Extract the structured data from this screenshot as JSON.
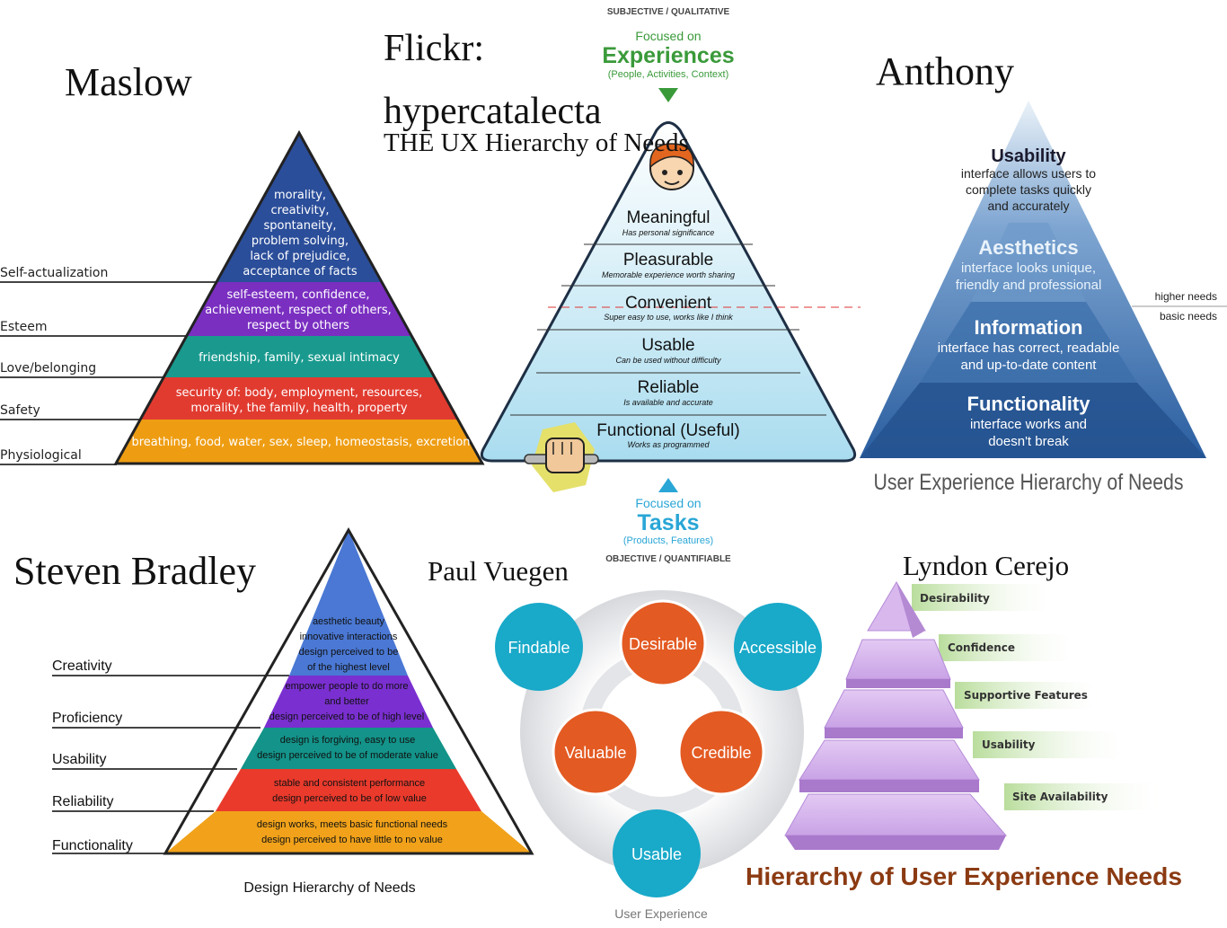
{
  "maslow": {
    "author": "Maslow",
    "labels": [
      "Self-actualization",
      "Esteem",
      "Love/belonging",
      "Safety",
      "Physiological"
    ],
    "levels": [
      [
        "morality,",
        "creativity,",
        "spontaneity,",
        "problem solving,",
        "lack of prejudice,",
        "acceptance of facts"
      ],
      [
        "self-esteem, confidence,",
        "achievement, respect of others,",
        "respect by others"
      ],
      [
        "friendship, family, sexual intimacy"
      ],
      [
        "security of: body, employment, resources,",
        "morality, the family, health, property"
      ],
      [
        "breathing, food, water, sex, sleep, homeostasis, excretion"
      ]
    ],
    "colors": [
      "#2b4e9a",
      "#7a2fc1",
      "#1a9a8e",
      "#e13b30",
      "#ee9d13"
    ]
  },
  "ux": {
    "credit_line1": "Flickr:",
    "credit_line2": "hypercatalecta",
    "title": "THE UX Hierarchy of Needs",
    "top_axis": "SUBJECTIVE / QUALITATIVE",
    "top_focus_pre": "Focused on",
    "top_focus_main": "Experiences",
    "top_focus_sub": "(People, Activities, Context)",
    "bottom_focus_pre": "Focused on",
    "bottom_focus_main": "Tasks",
    "bottom_focus_sub": "(Products, Features)",
    "bottom_axis": "OBJECTIVE / QUANTIFIABLE",
    "levels": [
      {
        "name": "Meaningful",
        "desc": "Has personal significance"
      },
      {
        "name": "Pleasurable",
        "desc": "Memorable experience worth sharing"
      },
      {
        "name": "Convenient",
        "desc": "Super easy to use, works like I think"
      },
      {
        "name": "Usable",
        "desc": "Can be used without difficulty"
      },
      {
        "name": "Reliable",
        "desc": "Is available and accurate"
      },
      {
        "name": "Functional (Useful)",
        "desc": "Works as programmed"
      }
    ]
  },
  "anthony": {
    "author": "Anthony",
    "levels": [
      {
        "name": "Usability",
        "desc": [
          "interface allows users to",
          "complete tasks quickly",
          "and accurately"
        ]
      },
      {
        "name": "Aesthetics",
        "desc": [
          "interface looks unique,",
          "friendly and professional"
        ]
      },
      {
        "name": "Information",
        "desc": [
          "interface has correct, readable",
          "and up-to-date content"
        ]
      },
      {
        "name": "Functionality",
        "desc": [
          "interface works and",
          "doesn't break"
        ]
      }
    ],
    "higher": "higher needs",
    "basic": "basic needs",
    "caption": "User Experience Hierarchy of Needs"
  },
  "bradley": {
    "author": "Steven Bradley",
    "labels": [
      "Creativity",
      "Proficiency",
      "Usability",
      "Reliability",
      "Functionality"
    ],
    "levels": [
      [
        "aesthetic beauty",
        "innovative interactions",
        "design perceived to be",
        "of the highest level"
      ],
      [
        "empower people to do more",
        "and better",
        "design perceived to be of high level"
      ],
      [
        "design is forgiving, easy to use",
        "design perceived to be of moderate value"
      ],
      [
        "stable and consistent performance",
        "design perceived to be of low value"
      ],
      [
        "design works, meets basic functional needs",
        "design perceived to have little to no value"
      ]
    ],
    "caption": "Design Hierarchy of Needs"
  },
  "vuegen": {
    "author": "Paul Vuegen",
    "outer": [
      "Findable",
      "Accessible",
      "Usable"
    ],
    "inner": [
      "Desirable",
      "Valuable",
      "Credible"
    ],
    "caption": "User Experience"
  },
  "cerejo": {
    "author": "Lyndon Cerejo",
    "levels": [
      "Desirability",
      "Confidence",
      "Supportive Features",
      "Usability",
      "Site Availability"
    ],
    "caption": "Hierarchy of User Experience Needs"
  }
}
